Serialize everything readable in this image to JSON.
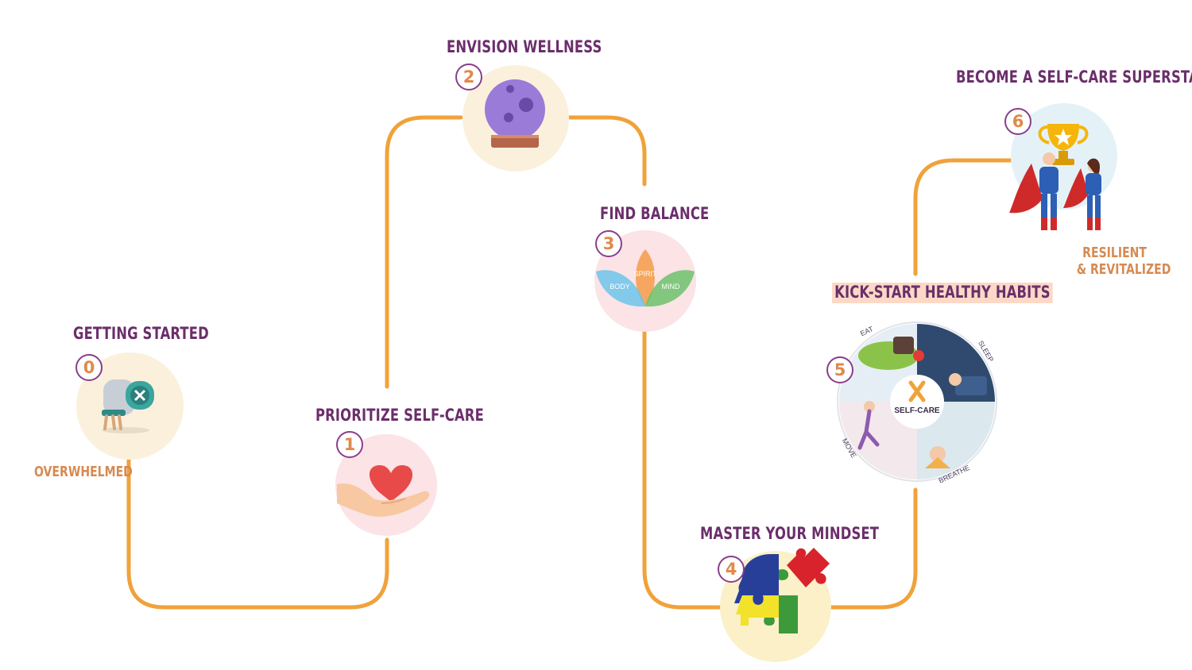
{
  "steps": [
    {
      "number": "0",
      "title": "GETTING STARTED",
      "note": "OVERWHELMED"
    },
    {
      "number": "1",
      "title": "PRIORITIZE SELF-CARE"
    },
    {
      "number": "2",
      "title": "ENVISION WELLNESS"
    },
    {
      "number": "3",
      "title": "FIND BALANCE",
      "petals": [
        "SPIRIT",
        "BODY",
        "MIND"
      ]
    },
    {
      "number": "4",
      "title": "MASTER YOUR MINDSET"
    },
    {
      "number": "5",
      "title": "KICK-START HEALTHY HABITS",
      "center_label": "SELF-CARE",
      "segments": [
        "EAT",
        "SLEEP",
        "MOVE",
        "BREATHE"
      ]
    },
    {
      "number": "6",
      "title": "BECOME A SELF-CARE SUPERSTAR",
      "note_line1": "RESILIENT",
      "note_line2": "& REVITALIZED"
    }
  ],
  "colors": {
    "path": "#f0a23a",
    "title": "#6b2e6b",
    "badge_border": "#8a3e8a",
    "badge_number": "#e0894a",
    "note": "#d68a52",
    "highlight": "#fbd9c6"
  },
  "icons": [
    "hiding-figure-icon",
    "heart-in-hand-icon",
    "crystal-ball-icon",
    "lotus-balance-icon",
    "puzzle-head-icon",
    "self-care-wheel-icon",
    "superheroes-trophy-icon"
  ]
}
